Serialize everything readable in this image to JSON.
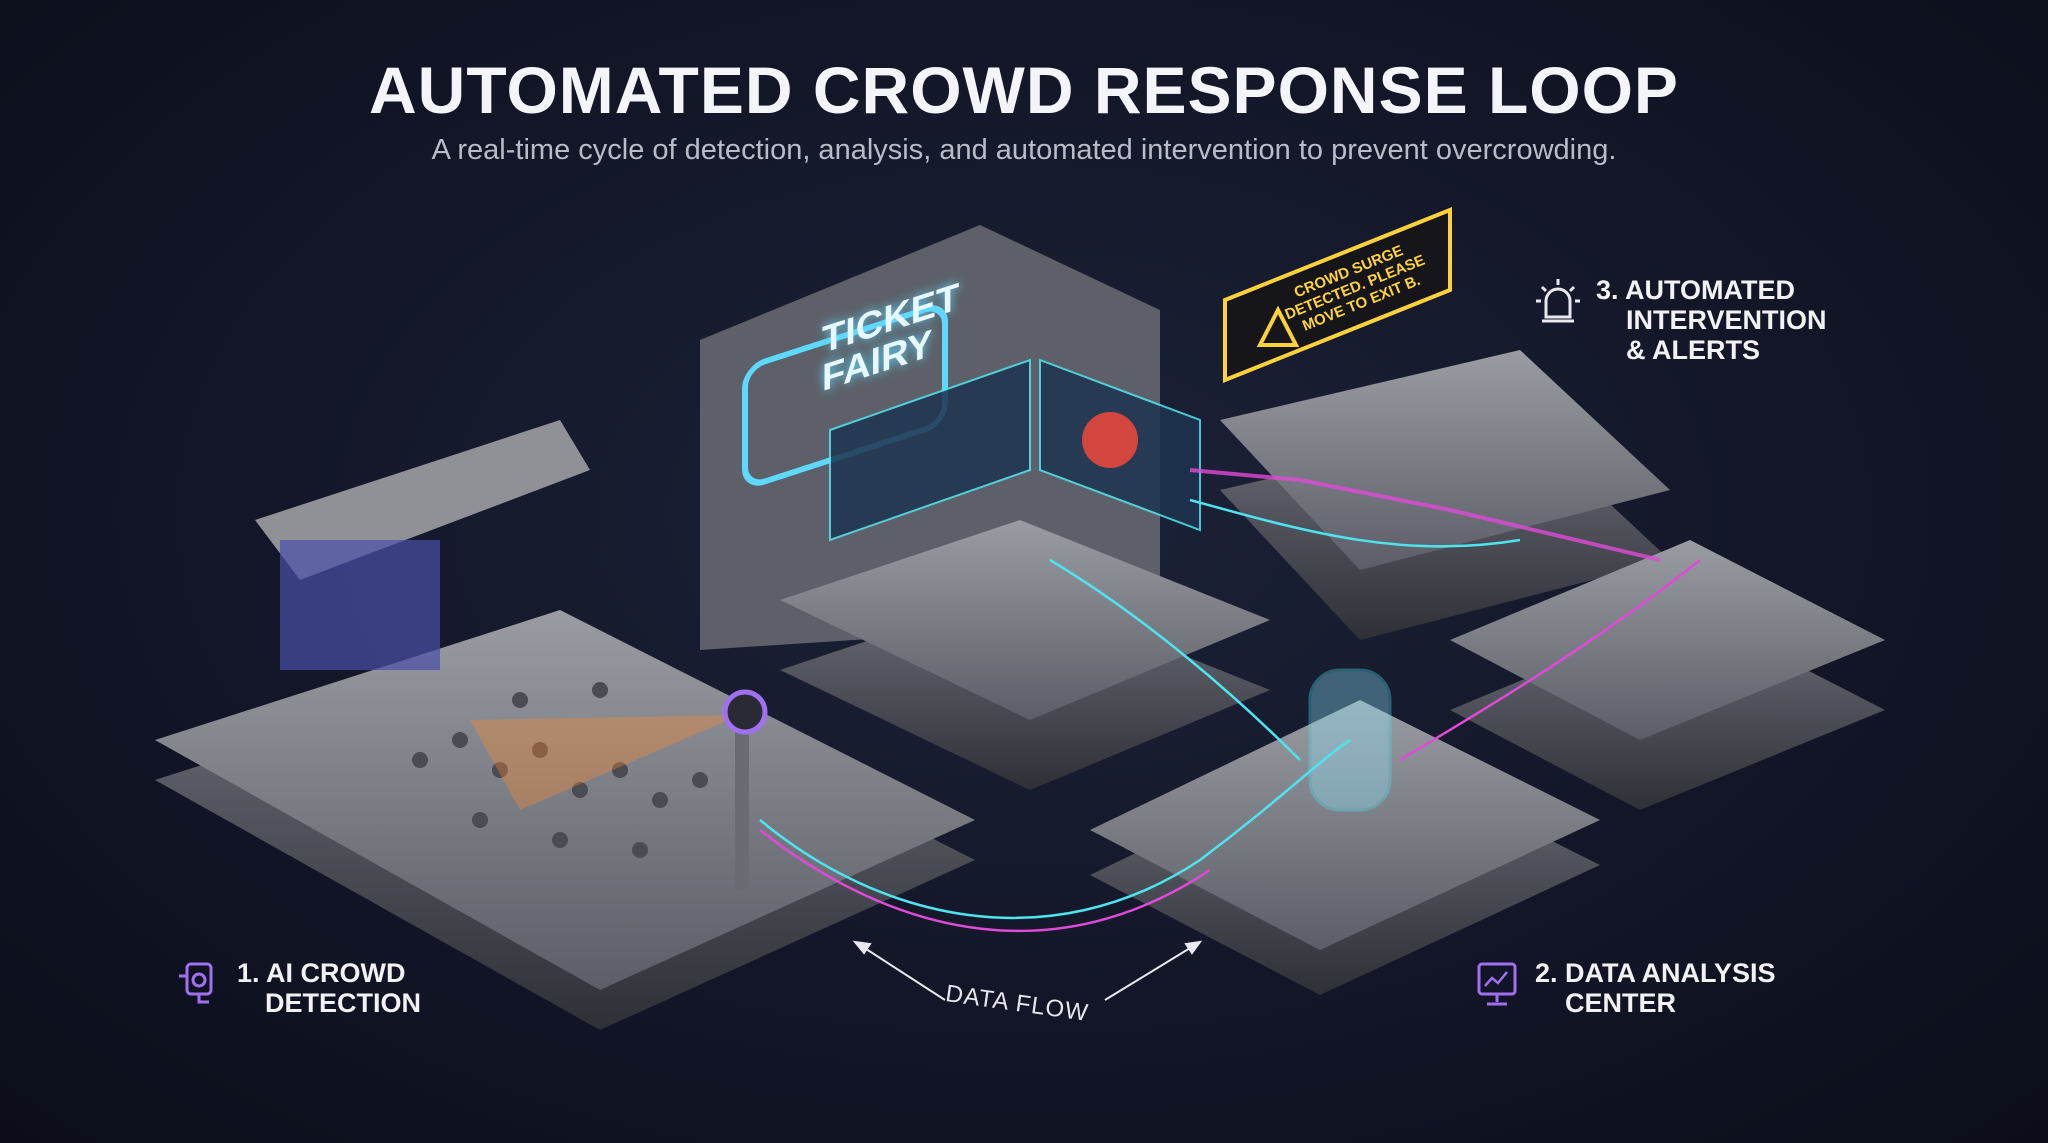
{
  "header": {
    "title": "AUTOMATED CROWD RESPONSE LOOP",
    "subtitle": "A real-time cycle of detection, analysis, and automated intervention to prevent overcrowding."
  },
  "steps": [
    {
      "number": "1.",
      "line1": "AI CROWD",
      "line2": "DETECTION",
      "icon": "security-camera-icon"
    },
    {
      "number": "2.",
      "line1": "DATA ANALYSIS",
      "line2": "CENTER",
      "icon": "monitor-chart-icon"
    },
    {
      "number": "3.",
      "line1": "AUTOMATED",
      "line2": "INTERVENTION",
      "line3": "& ALERTS",
      "icon": "siren-icon"
    }
  ],
  "flow_label": "DATA FLOW",
  "brand": {
    "line1": "TICKET",
    "line2": "FAIRY"
  },
  "alert_sign": {
    "text": "CROWD SURGE DETECTED. PLEASE MOVE TO EXIT B."
  },
  "colors": {
    "accent_cyan": "#4fe3f0",
    "accent_magenta": "#e04ad8",
    "accent_purple": "#a070f0",
    "warning_yellow": "#ffd23c",
    "alert_red": "#ff4a3a"
  }
}
